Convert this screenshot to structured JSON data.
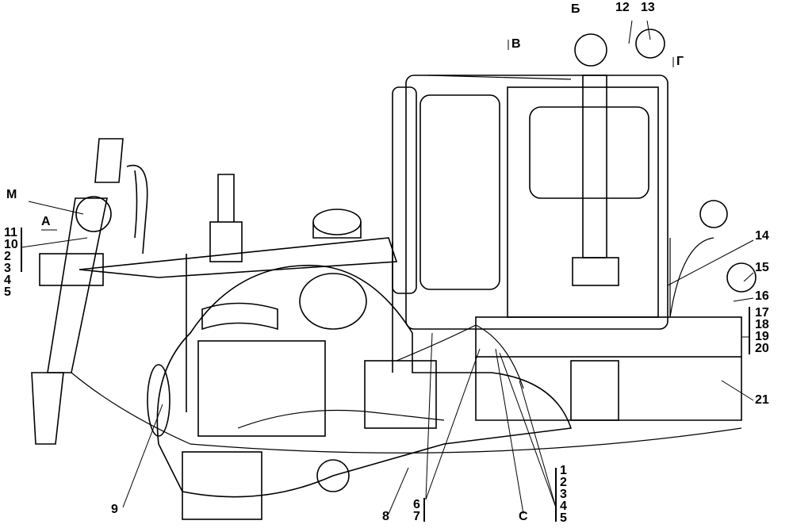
{
  "callouts": {
    "M": "М",
    "A": "А",
    "B_view": "Б",
    "V_view": "В",
    "G_view": "Г",
    "C": "С",
    "n12": "12",
    "n13": "13",
    "n14": "14",
    "n15": "15",
    "n16": "16",
    "n21": "21",
    "n9": "9",
    "n8": "8"
  },
  "groups": {
    "left": [
      "11",
      "10",
      "2",
      "3",
      "4",
      "5"
    ],
    "right": [
      "17",
      "18",
      "19",
      "20"
    ],
    "mid": [
      "6",
      "7"
    ],
    "bottom": [
      "1",
      "2",
      "3",
      "4",
      "5"
    ]
  },
  "colors": {
    "line": "#000000",
    "background": "#ffffff"
  }
}
